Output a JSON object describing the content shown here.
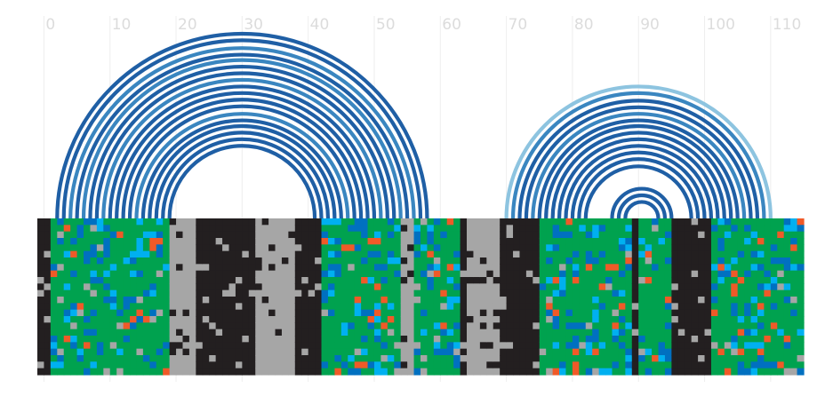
{
  "axis": {
    "ticks": [
      {
        "value": 0,
        "label": "0"
      },
      {
        "value": 10,
        "label": "10"
      },
      {
        "value": 20,
        "label": "20"
      },
      {
        "value": 30,
        "label": "30"
      },
      {
        "value": 40,
        "label": "40"
      },
      {
        "value": 50,
        "label": "50"
      },
      {
        "value": 60,
        "label": "60"
      },
      {
        "value": 70,
        "label": "70"
      },
      {
        "value": 80,
        "label": "80"
      },
      {
        "value": 90,
        "label": "90"
      },
      {
        "value": 100,
        "label": "100"
      },
      {
        "value": 110,
        "label": "110"
      }
    ],
    "min": -1,
    "max": 115
  },
  "colors": {
    "tick_text": "#dcdcdc",
    "grid": "#eeeeee",
    "arc_dark": "#1f5fa5",
    "arc_mid": "#3a86c0",
    "arc_light": "#8dc4e0",
    "cell_green": "#00a24f",
    "cell_blue": "#0070c0",
    "cell_cyan": "#00b0f0",
    "cell_orange": "#f05a28",
    "cell_gray": "#a6a6a6",
    "cell_black": "#231f20"
  },
  "chart_data": {
    "type": "arc-diagram",
    "arc_pairs": [
      {
        "i": 2,
        "j": 58
      },
      {
        "i": 3,
        "j": 57
      },
      {
        "i": 4,
        "j": 56
      },
      {
        "i": 5,
        "j": 55
      },
      {
        "i": 6,
        "j": 54
      },
      {
        "i": 7,
        "j": 53
      },
      {
        "i": 8,
        "j": 52
      },
      {
        "i": 9,
        "j": 51
      },
      {
        "i": 10,
        "j": 50
      },
      {
        "i": 11,
        "j": 49
      },
      {
        "i": 12,
        "j": 48
      },
      {
        "i": 13,
        "j": 47
      },
      {
        "i": 14,
        "j": 46
      },
      {
        "i": 15,
        "j": 45
      },
      {
        "i": 16,
        "j": 44
      },
      {
        "i": 17,
        "j": 43
      },
      {
        "i": 18,
        "j": 42
      },
      {
        "i": 19,
        "j": 41
      },
      {
        "i": 70,
        "j": 110
      },
      {
        "i": 71,
        "j": 109
      },
      {
        "i": 72,
        "j": 108
      },
      {
        "i": 73,
        "j": 107
      },
      {
        "i": 74,
        "j": 106
      },
      {
        "i": 75,
        "j": 105
      },
      {
        "i": 76,
        "j": 104
      },
      {
        "i": 77,
        "j": 103
      },
      {
        "i": 78,
        "j": 102
      },
      {
        "i": 79,
        "j": 101
      },
      {
        "i": 80,
        "j": 100
      },
      {
        "i": 81,
        "j": 99
      },
      {
        "i": 82,
        "j": 98
      },
      {
        "i": 86,
        "j": 95
      },
      {
        "i": 87,
        "j": 94
      },
      {
        "i": 88,
        "j": 93
      }
    ],
    "arc_shades": [
      "dark",
      "dark",
      "mid",
      "dark",
      "mid",
      "dark",
      "dark",
      "mid",
      "dark",
      "dark",
      "dark",
      "dark",
      "mid",
      "dark",
      "dark",
      "dark",
      "dark",
      "dark",
      "light",
      "mid",
      "dark",
      "dark",
      "mid",
      "dark",
      "dark",
      "dark",
      "dark",
      "dark",
      "dark",
      "dark",
      "dark",
      "dark",
      "dark",
      "dark"
    ],
    "matrix": {
      "columns": 116,
      "rows": 24,
      "column_profile": "KKGGGGGGGGGGGGGGGGGGHHHHKKKKKKKKKHHHHHHKKKKGGGGGGGGGGGGHHGGGGGGGKHHHHHKKKKKKGGGGGGGGGGGGGGKGGGGGKKKKKKGGGGGGGGGGGGGGGGKKKKK"
    }
  }
}
